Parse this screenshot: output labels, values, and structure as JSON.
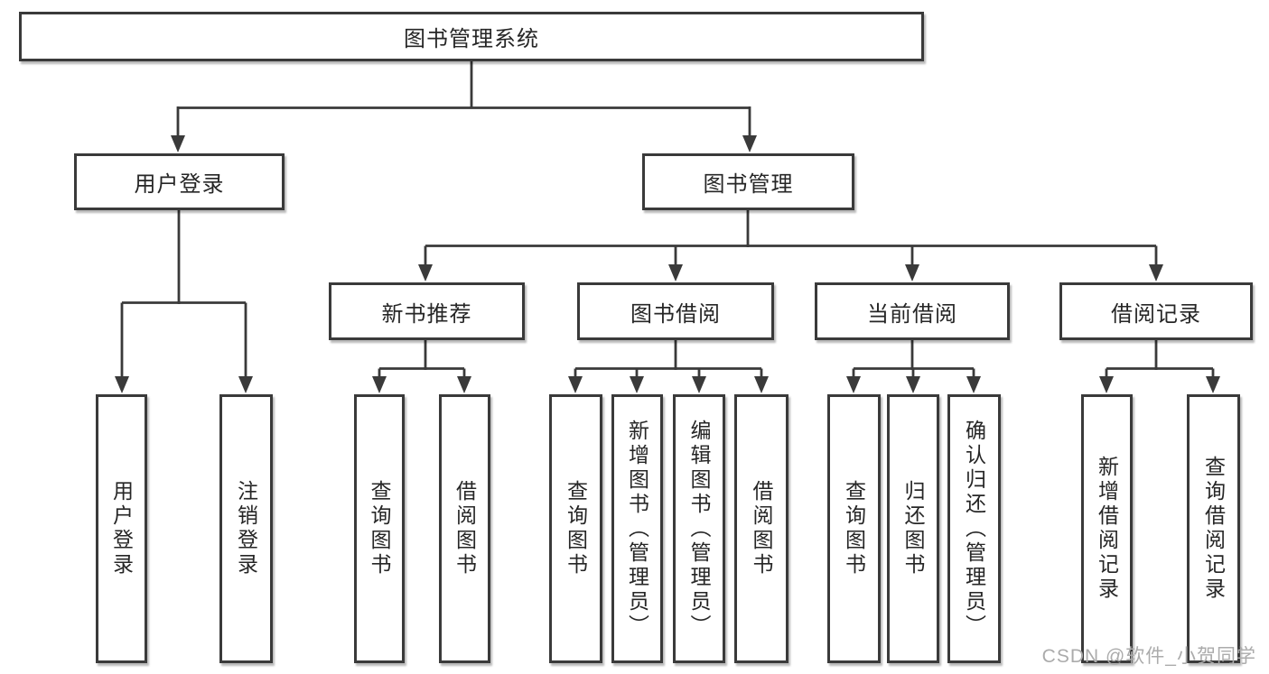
{
  "diagram_title": "图书管理系统",
  "tree": {
    "label": "图书管理系统",
    "children": [
      {
        "label": "用户登录",
        "children": [
          {
            "label": "用户登录"
          },
          {
            "label": "注销登录"
          }
        ]
      },
      {
        "label": "图书管理",
        "children": [
          {
            "label": "新书推荐",
            "children": [
              {
                "label": "查询图书"
              },
              {
                "label": "借阅图书"
              }
            ]
          },
          {
            "label": "图书借阅",
            "children": [
              {
                "label": "查询图书"
              },
              {
                "label": "新增图书（管理员）"
              },
              {
                "label": "编辑图书（管理员）"
              },
              {
                "label": "借阅图书"
              }
            ]
          },
          {
            "label": "当前借阅",
            "children": [
              {
                "label": "查询图书"
              },
              {
                "label": "归还图书"
              },
              {
                "label": "确认归还（管理员）"
              }
            ]
          },
          {
            "label": "借阅记录",
            "children": [
              {
                "label": "新增借阅记录"
              },
              {
                "label": "查询借阅记录"
              }
            ]
          }
        ]
      }
    ]
  },
  "watermark": {
    "text": "CSDN @软件_小贺同学"
  },
  "colors": {
    "line": "#3a3a3a",
    "border": "#3a3a3a",
    "text": "#262626",
    "watermark": "#ababab",
    "background": "#ffffff"
  }
}
